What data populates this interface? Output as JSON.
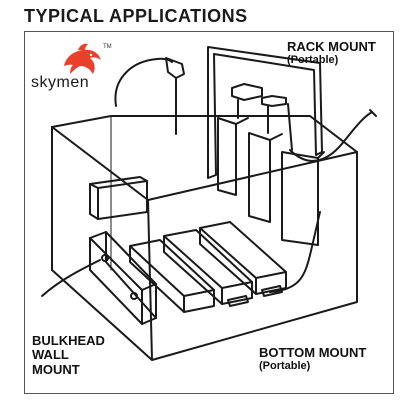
{
  "title": "TYPICAL APPLICATIONS",
  "logo": {
    "brand": "skymen",
    "trademark": "TM",
    "icon": "dolphin-icon",
    "color": "#e8402a"
  },
  "labels": {
    "rack_mount": {
      "main": "RACK MOUNT",
      "sub": "(Portable)"
    },
    "bulkhead": {
      "line1": "BULKHEAD",
      "line2": "WALL",
      "line3": "MOUNT"
    },
    "bottom_mount": {
      "main": "BOTTOM MOUNT",
      "sub": "(Portable)"
    }
  }
}
